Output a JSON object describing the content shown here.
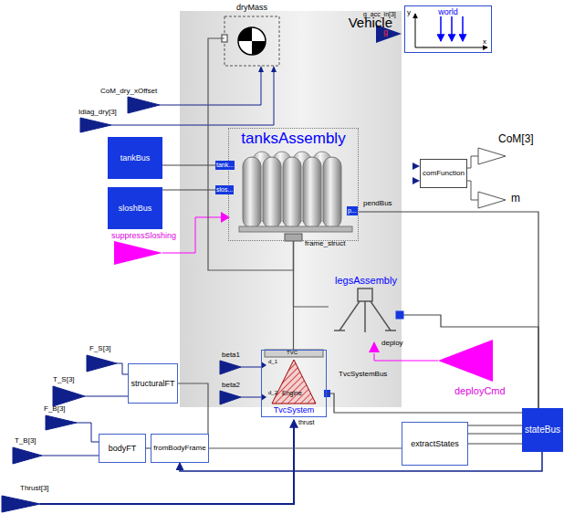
{
  "diagram": {
    "nodes": [
      {
        "text": [
          "Vehicle"
        ]
      },
      {
        "text": [
          "dryMass"
        ],
        "in": 0
      },
      {
        "text": [
          "tanksAssembly"
        ],
        "in": 0
      },
      {
        "text": [
          "legsAssembly"
        ],
        "in": 0
      },
      {
        "text": [
          "TvcSystem"
        ],
        "in": 0
      },
      {
        "text": [
          "world"
        ]
      },
      {
        "text": [
          "comFunction"
        ]
      },
      {
        "text": [
          "tankBus"
        ]
      },
      {
        "text": [
          "sloshBus"
        ]
      },
      {
        "text": [
          "structuralFT"
        ]
      },
      {
        "text": [
          "bodyFT"
        ]
      },
      {
        "text": [
          "fromBodyFrame"
        ]
      },
      {
        "text": [
          "extractStates"
        ]
      },
      {
        "text": [
          "stateBus"
        ]
      }
    ],
    "edges": [
      {
        "from": 7,
        "to": 2,
        "arrow": "none"
      },
      {
        "from": 8,
        "to": 2,
        "arrow": "none"
      },
      {
        "from": 1,
        "to": 2,
        "arrow": "none"
      },
      {
        "from": 2,
        "to": 4,
        "arrow": "none"
      },
      {
        "from": 2,
        "to": 3,
        "arrow": "none"
      },
      {
        "from": 9,
        "to": 11,
        "arrow": "none"
      },
      {
        "from": 10,
        "to": 11,
        "arrow": "none"
      },
      {
        "from": 11,
        "to": 12,
        "arrow": "none"
      },
      {
        "from": 2,
        "to": 13,
        "arrow": "none"
      },
      {
        "from": 3,
        "to": 13,
        "arrow": "none"
      },
      {
        "from": 4,
        "to": 13,
        "arrow": "none"
      },
      {
        "from": 12,
        "to": 13,
        "arrow": "none"
      },
      {
        "from": 13,
        "to": 11,
        "arrow": "to"
      }
    ],
    "labels": [
      "CoM_dry_xOffset",
      "Idiag_dry[3]",
      "g_acc_in[3]",
      "y",
      "x",
      "g",
      "tank...",
      "slos...",
      "p...",
      "pendBus",
      "frame_struct",
      "suppressSloshing",
      "CoM[3]",
      "m",
      "deploy",
      "deployCmd",
      "beta1",
      "beta2",
      "d_1",
      "d_2",
      "TVC",
      "Engine",
      "TvcSystemBus",
      "thrust",
      "F_S[3]",
      "T_S[3]",
      "F_B[3]",
      "T_B[3]",
      "Thrust[3]"
    ]
  }
}
